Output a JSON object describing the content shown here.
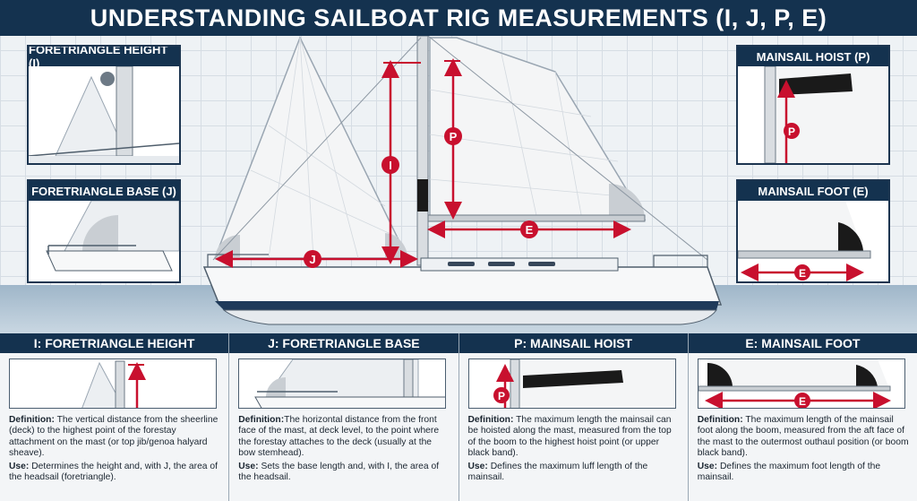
{
  "title": "UNDERSTANDING SAILBOAT RIG MEASUREMENTS (I, J, P, E)",
  "colors": {
    "navy": "#14324f",
    "red": "#c8102e",
    "sail": "#f4f5f6",
    "hull": "#f7f8f9",
    "stripe": "#1f3a5a"
  },
  "main_labels": {
    "i": "I",
    "j": "J",
    "p": "P",
    "e": "E"
  },
  "insets": {
    "fore_height": {
      "title": "FORETRIANGLE HEIGHT (I)"
    },
    "fore_base": {
      "title": "FORETRIANGLE BASE (J)"
    },
    "main_hoist": {
      "title": "MAINSAIL HOIST (P)",
      "badge": "P"
    },
    "main_foot": {
      "title": "MAINSAIL FOOT (E)",
      "badge": "E"
    }
  },
  "columns": [
    {
      "heading": "I: FORETRIANGLE HEIGHT",
      "def_label": "Definition:",
      "definition": "The vertical distance from the sheerline (deck) to the highest point of the forestay attachment on the mast (or top jib/genoa halyard sheave).",
      "use_label": "Use:",
      "use": "Determines the height and, with J, the area of the headsail (foretriangle)."
    },
    {
      "heading": "J: FORETRIANGLE BASE",
      "def_label": "Definition:",
      "definition": "The horizontal distance from the front face of the mast, at deck level, to the point where the forestay attaches to the deck (usually at the bow stemhead).",
      "use_label": "Use:",
      "use": "Sets the base length and, with I, the area of the headsail."
    },
    {
      "heading": "P: MAINSAIL HOIST",
      "def_label": "Definition:",
      "definition": "The maximum length the mainsail can be hoisted along the mast, measured from the top of the boom to the highest hoist point (or upper black band).",
      "use_label": "Use:",
      "use": "Defines the maximum luff length of the mainsail.",
      "badge": "P"
    },
    {
      "heading": "E: MAINSAIL FOOT",
      "def_label": "Definition:",
      "definition": "The maximum length of the mainsail foot along the boom, measured from the aft face of the mast to the outermost outhaul position (or boom black band).",
      "use_label": "Use:",
      "use": "Defines the maximum foot length of the mainsail.",
      "badge": "E"
    }
  ]
}
